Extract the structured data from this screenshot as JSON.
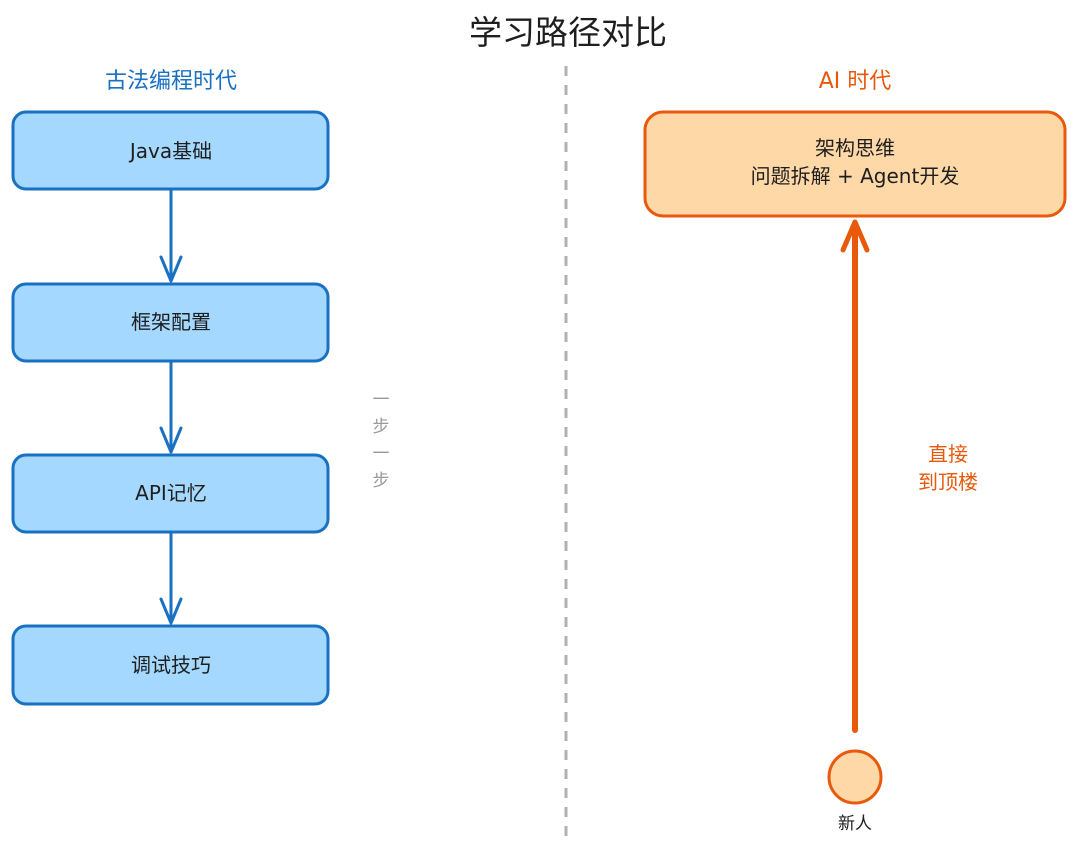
{
  "title": "学习路径对比",
  "left": {
    "heading": "古法编程时代",
    "steps": [
      {
        "label": "Java基础"
      },
      {
        "label": "框架配置"
      },
      {
        "label": "API记忆"
      },
      {
        "label": "调试技巧"
      }
    ],
    "side_note": [
      "一",
      "步",
      "一",
      "步"
    ],
    "colors": {
      "stroke": "#1971c2",
      "fill": "#a5d8ff"
    }
  },
  "right": {
    "heading": "AI 时代",
    "target_lines": [
      "架构思维",
      "问题拆解 + Agent开发"
    ],
    "jump_lines": [
      "直接",
      "到顶楼"
    ],
    "start_label": "新人",
    "colors": {
      "stroke": "#e8590c",
      "fill": "#ffd8a8"
    }
  },
  "divider_color": "#b0b0b0"
}
